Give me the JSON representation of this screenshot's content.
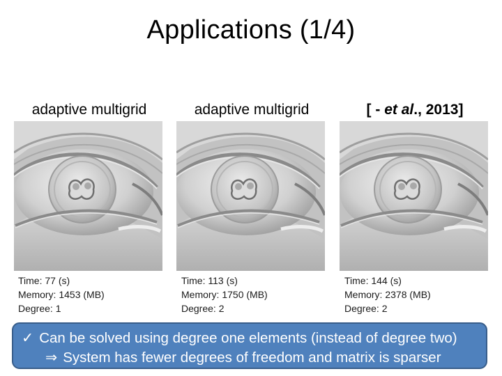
{
  "slide": {
    "title": "Applications (1/4)"
  },
  "columns": [
    {
      "label": "adaptive multigrid",
      "time": "Time: 77  (s)",
      "memory": "Memory: 1453 (MB)",
      "degree": "Degree: 1"
    },
    {
      "label": "adaptive multigrid",
      "time": "Time: 113  (s)",
      "memory": "Memory: 1750 (MB)",
      "degree": "Degree: 2"
    },
    {
      "label_open": "[ - ",
      "label_italic": "et al",
      "label_close": "., 2013]",
      "time": "Time: 144  (s)",
      "memory": "Memory: 2378 (MB)",
      "degree": "Degree: 2"
    }
  ],
  "callout": {
    "check_symbol": "✓",
    "line1": "Can be solved using degree one elements (instead of degree two)",
    "arrow_symbol": "⇒",
    "line2": "System has fewer degrees of freedom and matrix is sparser",
    "fill_color": "#4f81bd",
    "border_color": "#385d8a",
    "text_color": "#ffffff"
  },
  "images": [
    {
      "icon": "eye-surface-render"
    },
    {
      "icon": "eye-surface-render"
    },
    {
      "icon": "eye-surface-render"
    }
  ]
}
